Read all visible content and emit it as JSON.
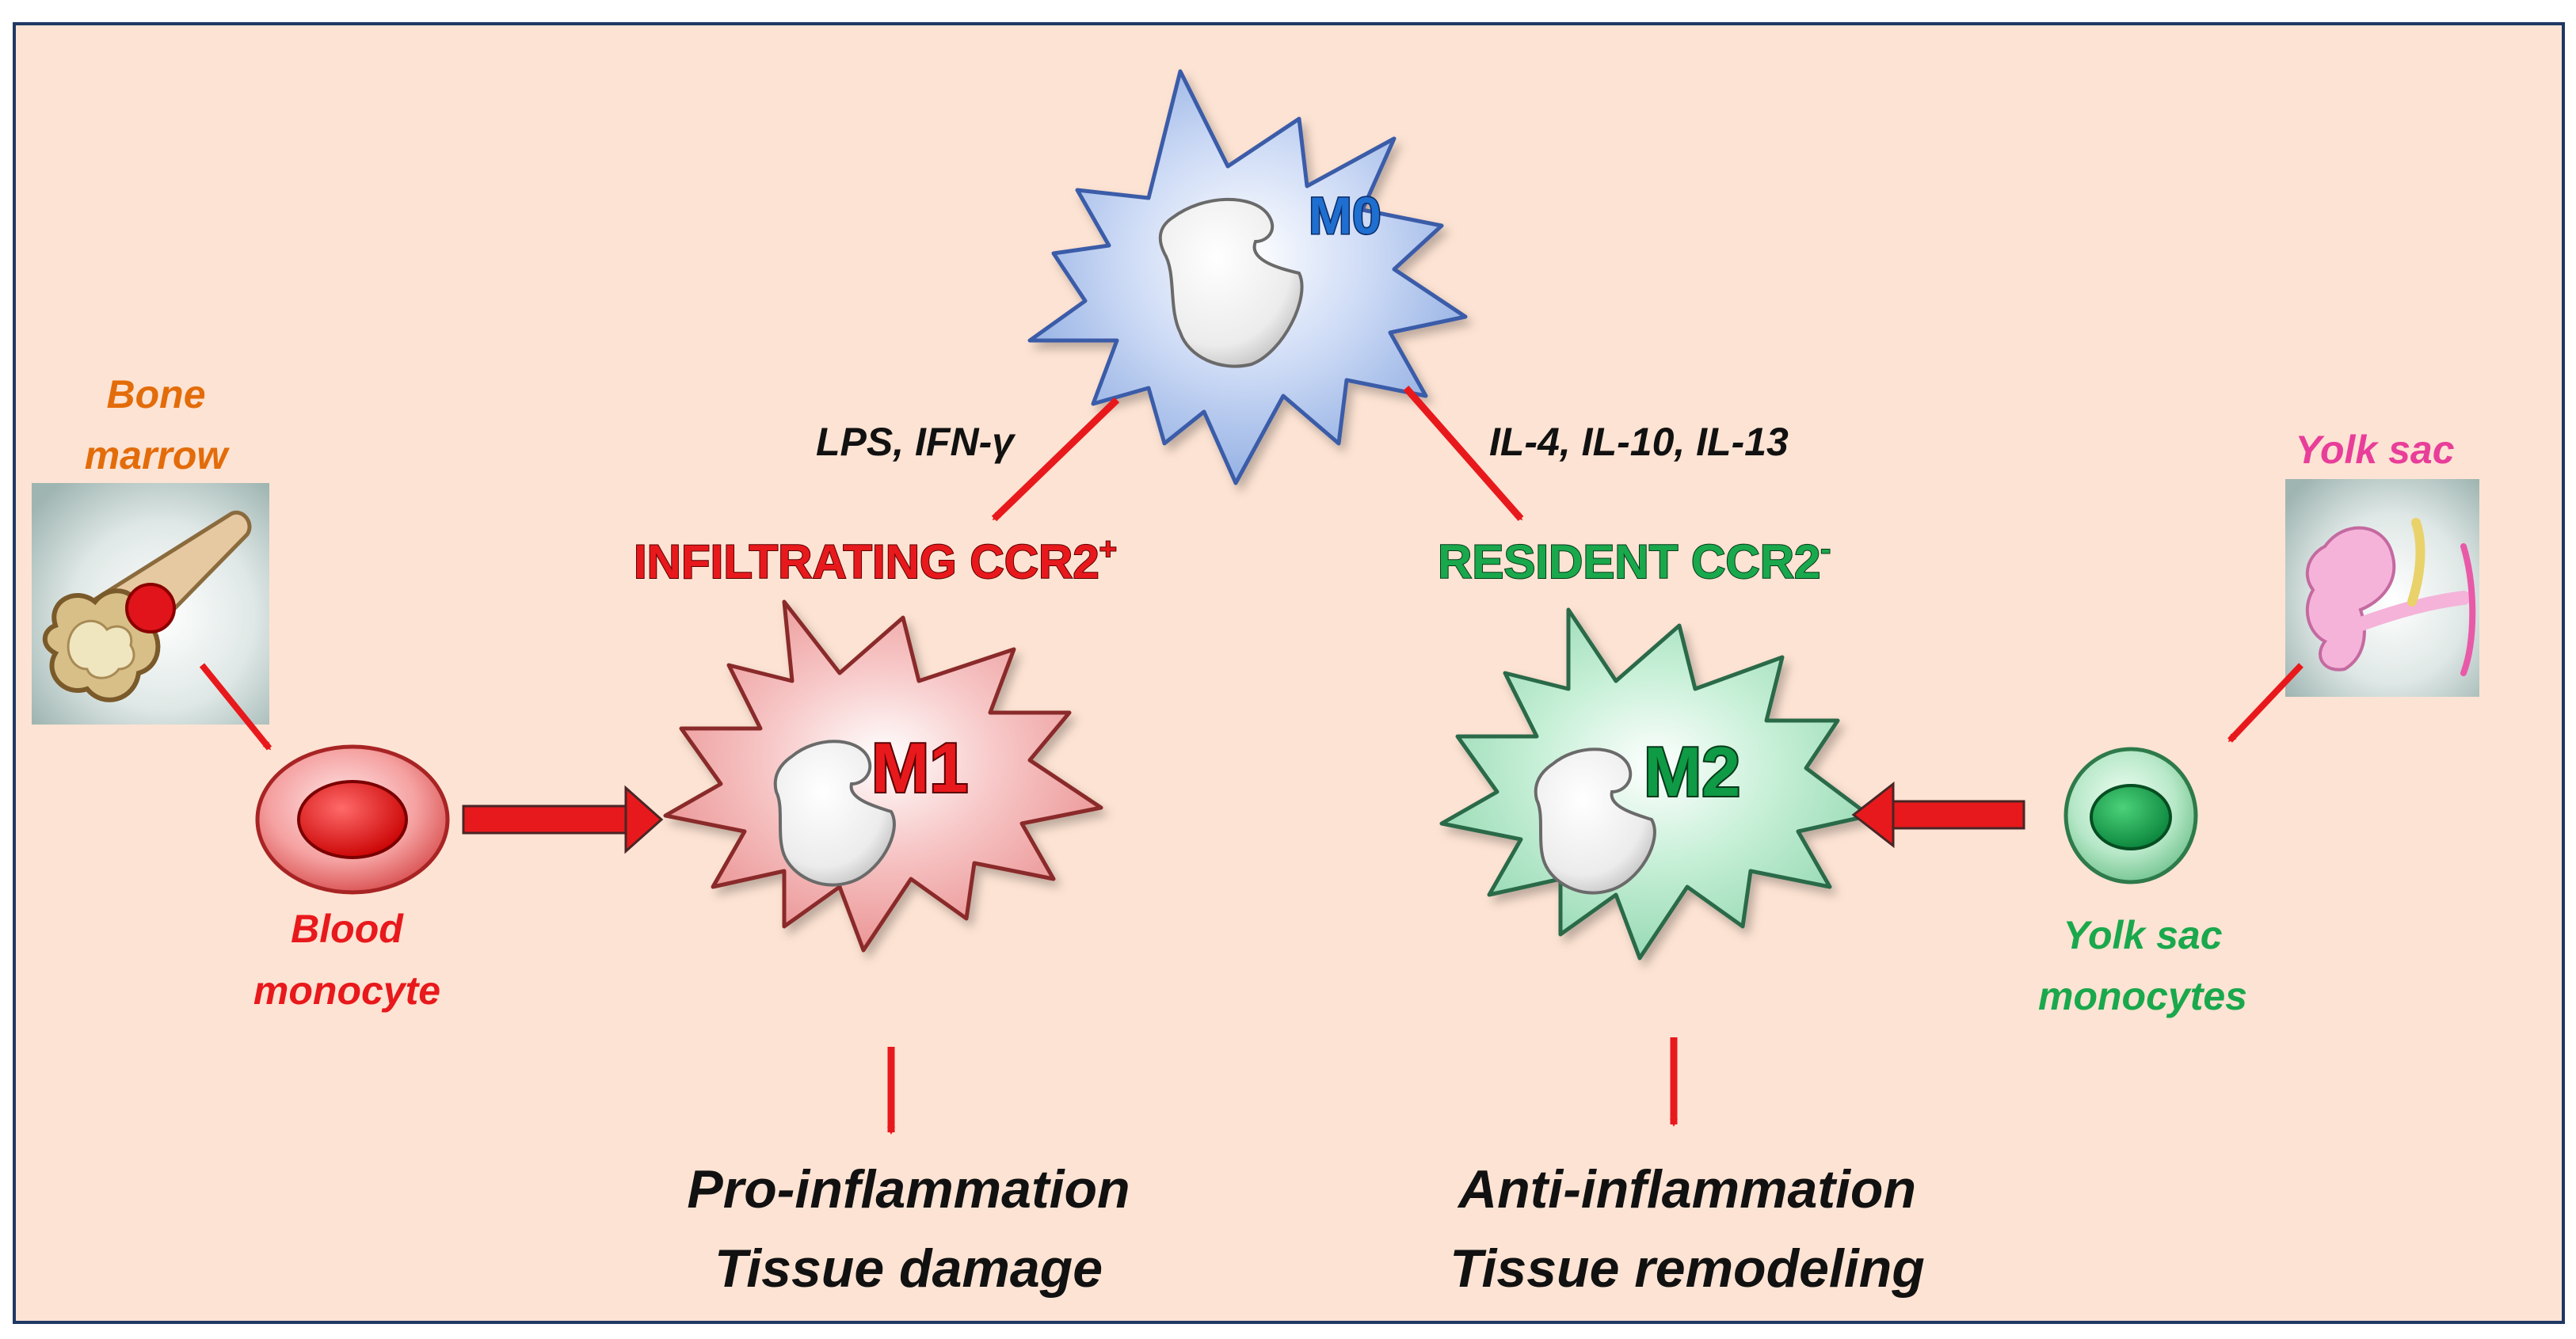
{
  "cells": {
    "m0": {
      "label": "M0"
    },
    "m1": {
      "label": "M1"
    },
    "m2": {
      "label": "M2"
    }
  },
  "signals": {
    "to_m1": "LPS, IFN-γ",
    "to_m2": "IL-4, IL-10, IL-13"
  },
  "subtypes": {
    "infiltrating": {
      "text": "INFILTRATING CCR2",
      "sup": "+"
    },
    "resident": {
      "text": "RESIDENT CCR2",
      "sup": "-"
    }
  },
  "sources": {
    "bone_marrow": {
      "line1": "Bone",
      "line2": "marrow"
    },
    "blood_monocyte": {
      "line1": "Blood",
      "line2": "monocyte"
    },
    "yolk_sac": {
      "label": "Yolk sac"
    },
    "yolk_sac_monocytes": {
      "line1": "Yolk sac",
      "line2": "monocytes"
    }
  },
  "outcomes": {
    "m1": {
      "line1": "Pro-inflammation",
      "line2": "Tissue damage"
    },
    "m2": {
      "line1": "Anti-inflammation",
      "line2": "Tissue remodeling"
    }
  },
  "colors": {
    "background": "#fde3d3",
    "frame": "#1f3864",
    "arrow": "#e8191c",
    "m0_cell": "#a9c4ee",
    "m1_cell": "#f2a8a8",
    "m2_cell": "#a9e2c0",
    "label_m0": "#1e6fd0",
    "label_m1": "#e8191c",
    "label_m2": "#0f9a45",
    "label_orange": "#e36c0a",
    "label_pink": "#e83e9a",
    "label_red": "#e8191c",
    "label_green": "#1aa84c",
    "text_dark": "#111111"
  }
}
